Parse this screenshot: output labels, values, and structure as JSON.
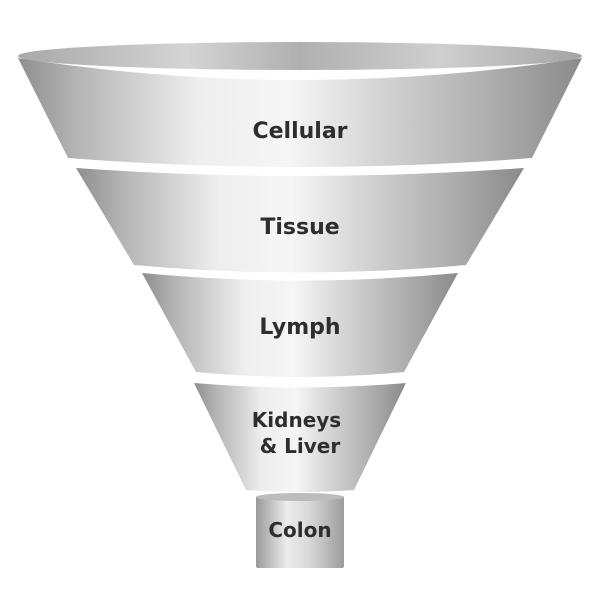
{
  "funnel": {
    "stages": [
      {
        "label_lines": [
          "Cellular"
        ]
      },
      {
        "label_lines": [
          "Tissue"
        ]
      },
      {
        "label_lines": [
          "Lymph"
        ]
      },
      {
        "label_lines": [
          "Kidneys",
          "& Liver"
        ]
      },
      {
        "label_lines": [
          "Colon"
        ]
      }
    ],
    "colors": {
      "metal_dark": "#8e8e8e",
      "metal_mid": "#c4c4c4",
      "metal_light": "#f4f4f4",
      "rim_inner": "#bdbdbd",
      "text": "#2e2e2e"
    }
  }
}
